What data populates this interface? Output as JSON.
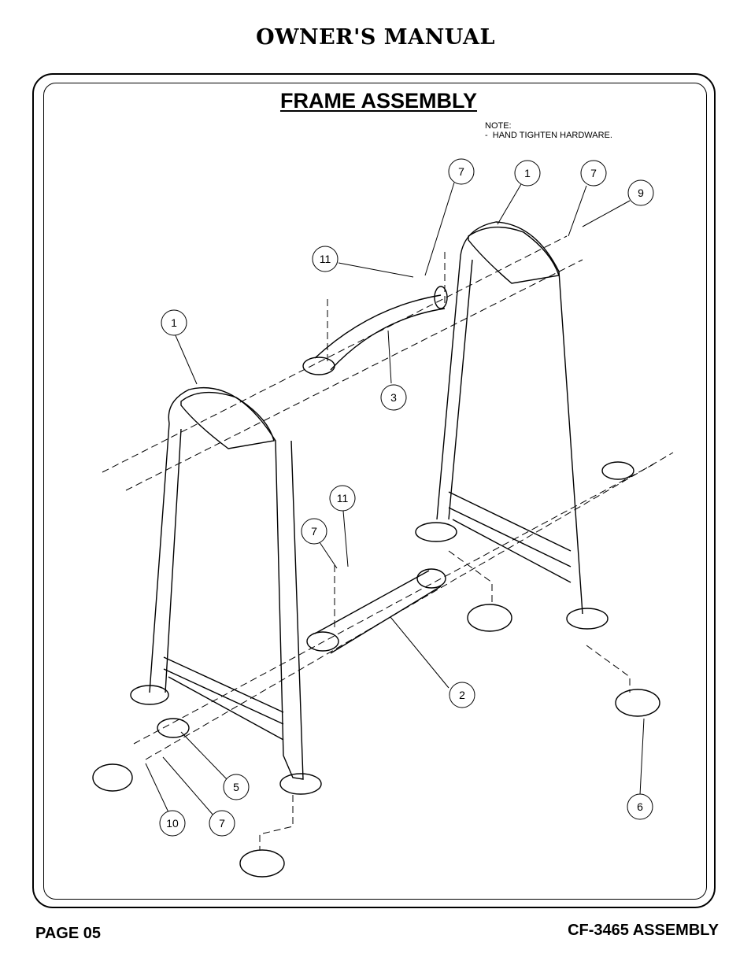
{
  "header": {
    "title": "OWNER'S MANUAL"
  },
  "section": {
    "title": "FRAME ASSEMBLY"
  },
  "note": {
    "label": "NOTE:",
    "line1": "-  HAND TIGHTEN HARDWARE."
  },
  "footer": {
    "page": "PAGE 05",
    "model": "CF-3465 ASSEMBLY"
  },
  "callouts": [
    {
      "id": "c-7-top",
      "label": "7"
    },
    {
      "id": "c-1-top",
      "label": "1"
    },
    {
      "id": "c-7-right",
      "label": "7"
    },
    {
      "id": "c-9",
      "label": "9"
    },
    {
      "id": "c-11-top",
      "label": "11"
    },
    {
      "id": "c-1-left",
      "label": "1"
    },
    {
      "id": "c-3",
      "label": "3"
    },
    {
      "id": "c-11-mid",
      "label": "11"
    },
    {
      "id": "c-7-mid",
      "label": "7"
    },
    {
      "id": "c-2",
      "label": "2"
    },
    {
      "id": "c-5",
      "label": "5"
    },
    {
      "id": "c-10",
      "label": "10"
    },
    {
      "id": "c-7-bottom",
      "label": "7"
    },
    {
      "id": "c-6",
      "label": "6"
    }
  ]
}
